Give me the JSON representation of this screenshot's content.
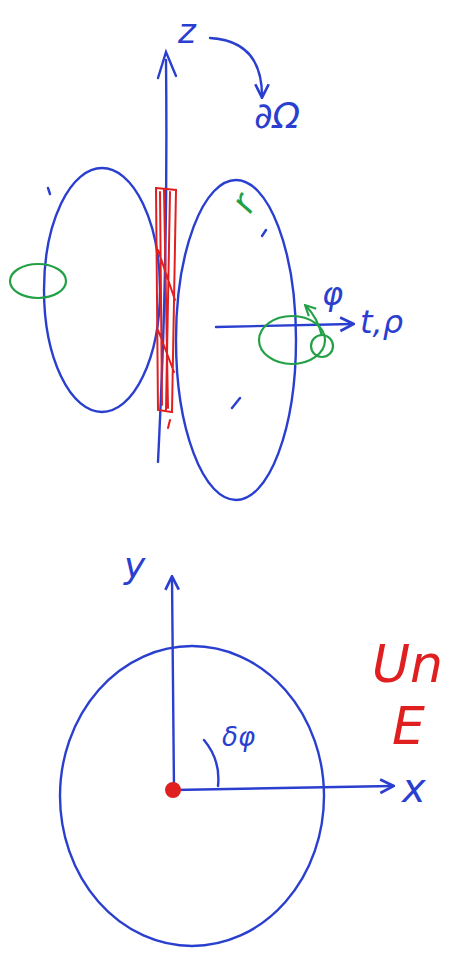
{
  "diagram": {
    "labels": [
      "z",
      "∂Ω",
      "r",
      "φ",
      "t,ρ",
      "y",
      "x",
      "δφ",
      "Un",
      "E"
    ]
  }
}
